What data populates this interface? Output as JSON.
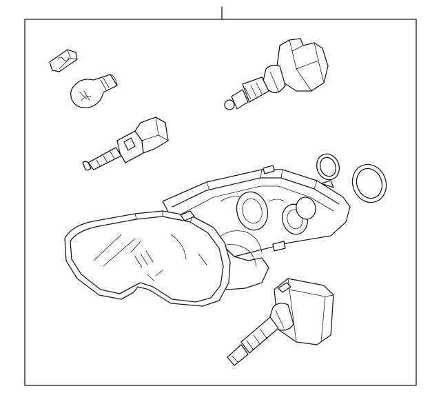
{
  "diagram": {
    "parts": [
      {
        "id": "wedge-bulb",
        "icon": "wedge-bulb-icon"
      },
      {
        "id": "turn-signal-bulb",
        "icon": "bulb-icon"
      },
      {
        "id": "halogen-bulb",
        "icon": "halogen-bulb-icon"
      },
      {
        "id": "socket-bulb",
        "icon": "socket-bulb-icon"
      },
      {
        "id": "seal-ring-small",
        "icon": "seal-ring-icon"
      },
      {
        "id": "seal-ring-large",
        "icon": "seal-ring-icon"
      },
      {
        "id": "headlamp-assembly",
        "icon": "headlamp-icon"
      },
      {
        "id": "xenon-bulb",
        "icon": "xenon-bulb-icon"
      }
    ],
    "colors": {
      "line": "#1a1a1a",
      "background": "#ffffff"
    }
  }
}
